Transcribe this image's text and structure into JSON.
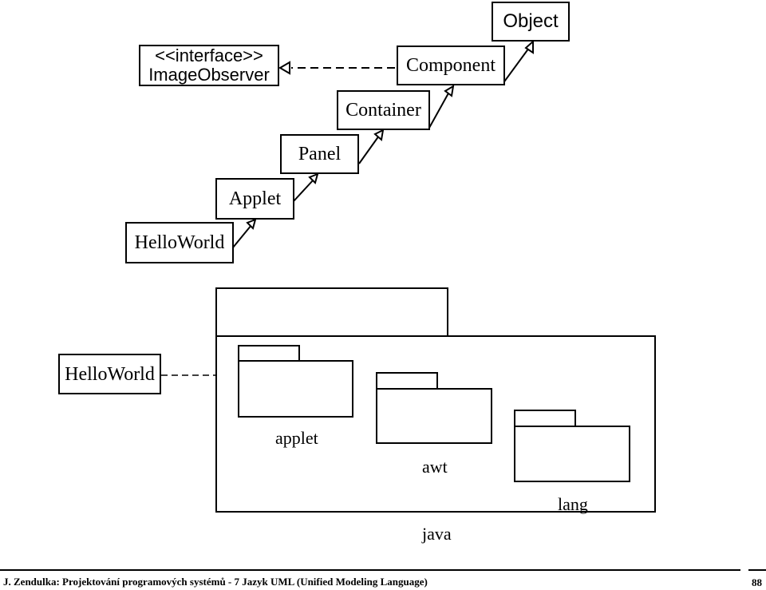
{
  "class_diagram": {
    "object": "Object",
    "component": "Component",
    "container": "Container",
    "panel": "Panel",
    "applet": "Applet",
    "helloworld": "HelloWorld",
    "interface_stereotype": "<<interface>>",
    "interface_name": "ImageObserver"
  },
  "package_diagram": {
    "helloworld": "HelloWorld",
    "outer_package": "java",
    "packages": [
      "applet",
      "awt",
      "lang"
    ]
  },
  "footer": {
    "text": "J. Zendulka: Projektování programových systémů - 7 Jazyk UML (Unified Modeling Language)",
    "page": "88"
  }
}
